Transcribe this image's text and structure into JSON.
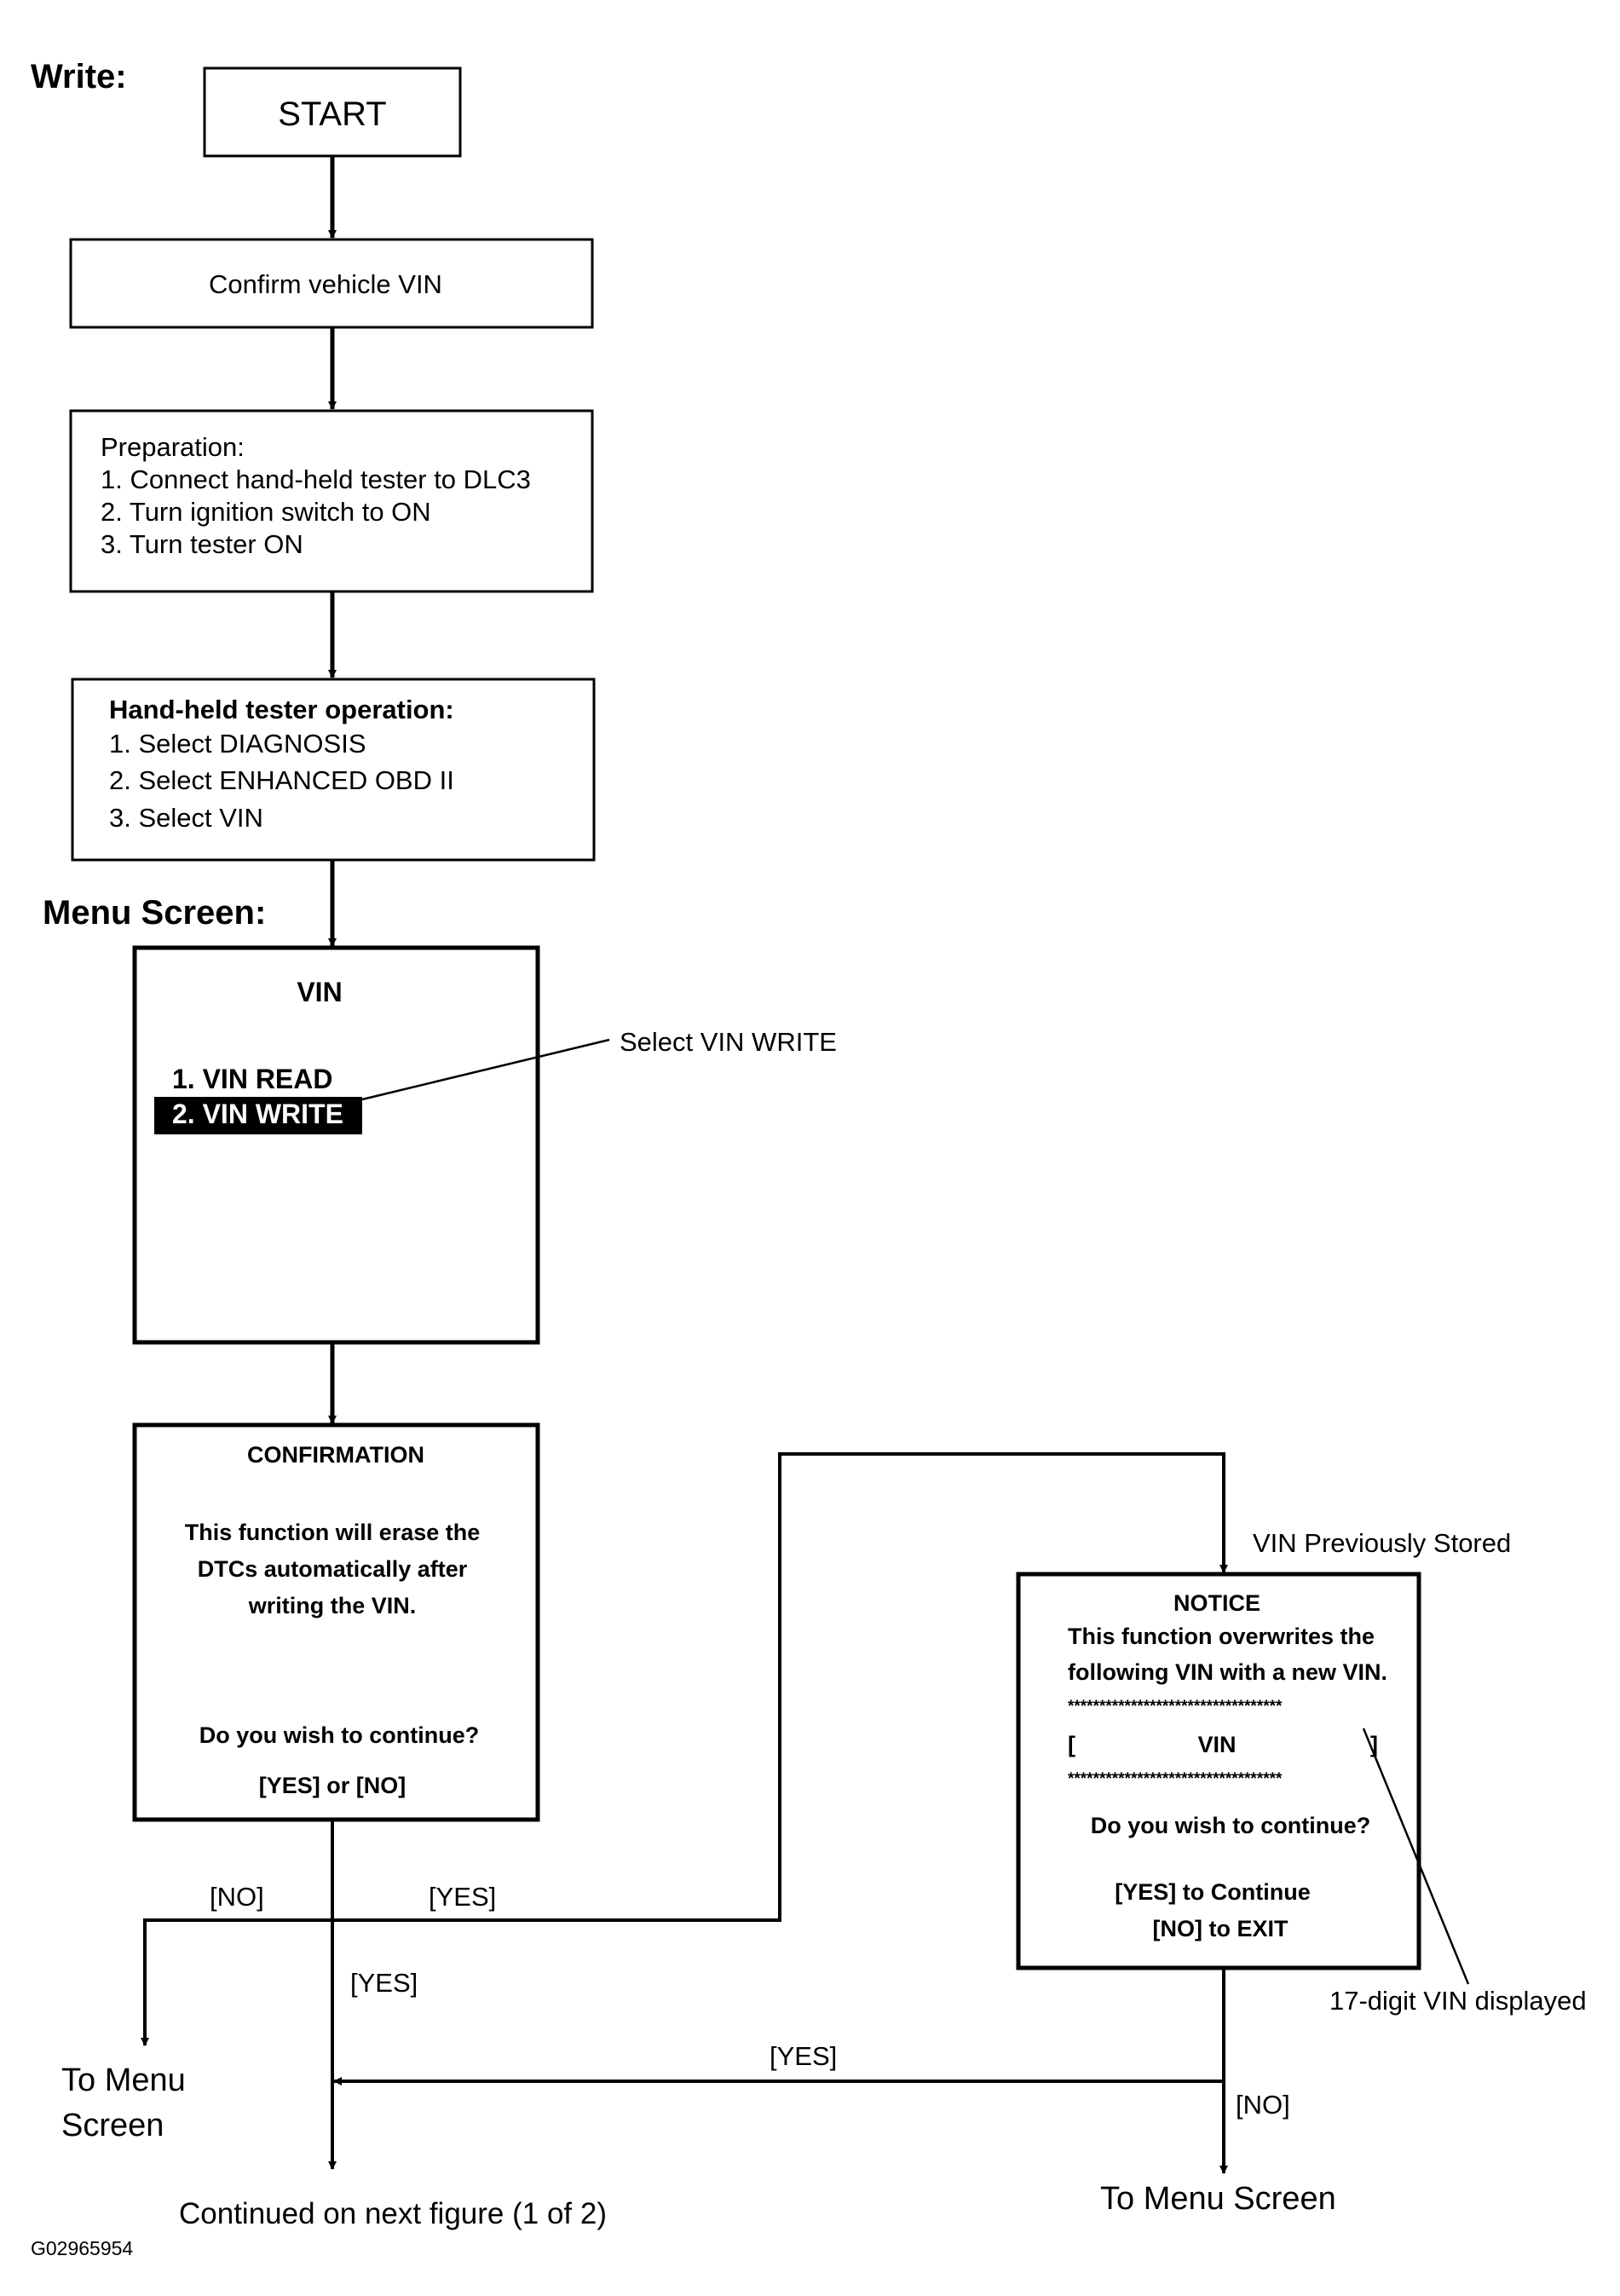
{
  "labels": {
    "write": "Write:",
    "menu_screen": "Menu Screen:",
    "figure_id": "G02965954",
    "continued": "Continued on next figure (1 of 2)"
  },
  "flow": {
    "start": "START",
    "confirm_vin": "Confirm vehicle VIN",
    "preparation": {
      "title": "Preparation:",
      "steps": [
        "1. Connect hand-held tester to DLC3",
        "2. Turn ignition switch to ON",
        "3. Turn tester ON"
      ]
    },
    "tester_operation": {
      "title": "Hand-held tester operation:",
      "steps": [
        "1. Select DIAGNOSIS",
        "2. Select ENHANCED OBD II",
        "3. Select VIN"
      ]
    }
  },
  "vin_menu": {
    "title": "VIN",
    "item_read": "1. VIN READ",
    "item_write": "2. VIN WRITE",
    "callout": "Select VIN WRITE"
  },
  "confirmation": {
    "title": "CONFIRMATION",
    "lines": [
      "This function will erase the",
      "DTCs automatically after",
      "writing the VIN."
    ],
    "question": "Do you wish to continue?",
    "options": "[YES] or [NO]"
  },
  "notice": {
    "title": "NOTICE",
    "lines": [
      "This function overwrites the",
      "following VIN with a new VIN."
    ],
    "stars": "**********************************",
    "bracket_left": "[",
    "vin": "VIN",
    "bracket_right": "]",
    "question": "Do you wish to continue?",
    "yes_option": "[YES] to Continue",
    "no_option": "[NO] to EXIT"
  },
  "branches": {
    "no": "[NO]",
    "yes_right": "[YES]",
    "yes_down": "[YES]",
    "yes_from_notice": "[YES]",
    "no_from_notice": "[NO]",
    "vin_previously_stored": "VIN Previously Stored",
    "vin_displayed": "17-digit VIN displayed",
    "to_menu_left_line1": "To Menu",
    "to_menu_left_line2": "Screen",
    "to_menu_right": "To Menu Screen"
  }
}
